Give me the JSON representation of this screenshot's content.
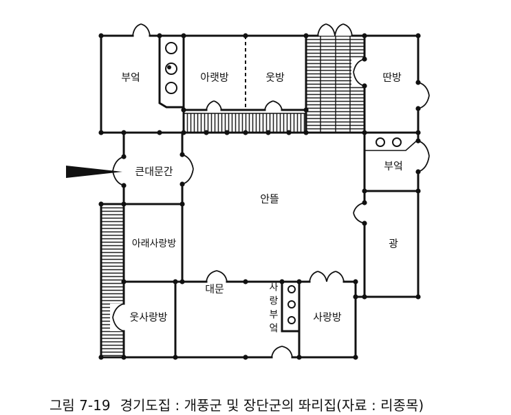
{
  "figure": {
    "number": "그림 7-19",
    "caption": "경기도집 : 개풍군 및 장단군의 똬리집(자료 : 리종목)"
  },
  "rooms": {
    "kitchen_top": "부엌",
    "lower_room": "아랫방",
    "upper_room": "웃방",
    "separate_room": "딴방",
    "kitchen_right": "부엌",
    "main_gate_hall": "큰대문간",
    "inner_yard": "안뜰",
    "lower_sarang_room": "아래사랑방",
    "storage": "광",
    "gate": "대문",
    "sarang_kitchen": "사랑부엌",
    "upper_sarang_room": "웃사랑방",
    "sarang_room": "사랑방"
  },
  "colors": {
    "line": "#111111",
    "background": "#ffffff"
  }
}
